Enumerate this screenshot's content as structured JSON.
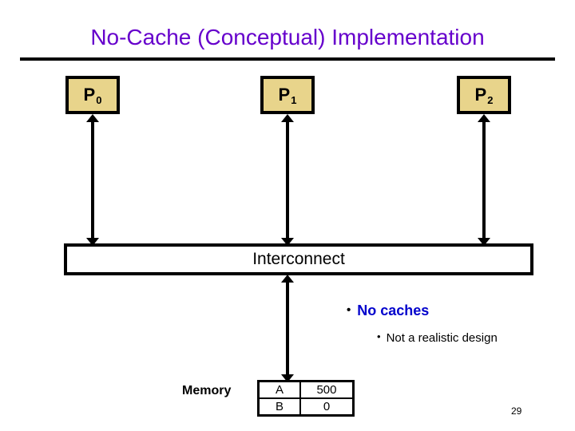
{
  "slide": {
    "title": "No-Cache (Conceptual) Implementation",
    "page_number": "29",
    "colors": {
      "title": "#6600CC",
      "processor_fill": "#E8D48B",
      "bullet_level1": "#0000CC",
      "outline": "#000000",
      "background": "#FFFFFF"
    }
  },
  "processors": [
    {
      "name": "P",
      "index": "0"
    },
    {
      "name": "P",
      "index": "1"
    },
    {
      "name": "P",
      "index": "2"
    }
  ],
  "interconnect": {
    "label": "Interconnect"
  },
  "bullets": {
    "marker": "•",
    "level1": "No caches",
    "level2": "Not a realistic design"
  },
  "memory": {
    "label": "Memory",
    "rows": [
      {
        "address": "A",
        "value": "500"
      },
      {
        "address": "B",
        "value": "0"
      }
    ]
  }
}
